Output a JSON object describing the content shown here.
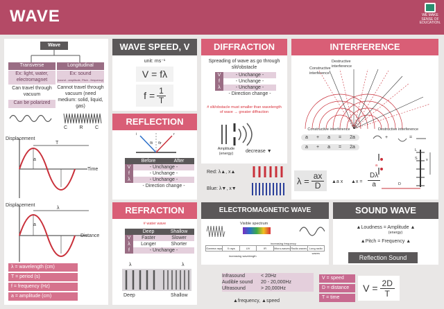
{
  "header": {
    "title": "WAVE",
    "logo_text": "WE MAKE SENSE OF EDUCATION."
  },
  "wave_types": {
    "root": "Wave",
    "transverse": {
      "title": "Transverse",
      "items": [
        "Ex: light, water, electromagnet",
        "Can travel through vacuum",
        "Can be polarized"
      ]
    },
    "longitudinal": {
      "title": "Longitudinal",
      "items": [
        "Ex: sound",
        "(sound - amplitude, Pitch - frequency)",
        "Cannot travel through vacuum (need medium: solid, liquid, gas)"
      ]
    },
    "crc": [
      "C",
      "R",
      "C"
    ]
  },
  "graph_time": {
    "y_label": "Displacement",
    "x_label": "Time",
    "period": "T",
    "amp": "a"
  },
  "graph_distance": {
    "y_label": "Displacement",
    "x_label": "Distance",
    "wavelength": "λ",
    "amp": "a"
  },
  "definitions": [
    "λ = wavelength (cm)",
    "T = period (s)",
    "f = frequency (Hz)",
    "a = amplitude (cm)"
  ],
  "wave_speed": {
    "title": "WAVE SPEED, V",
    "unit": "unit: ms⁻¹",
    "formula1": "V = fλ",
    "formula2_lhs": "f =",
    "num": "1",
    "den": "T"
  },
  "reflection": {
    "title": "REFLECTION",
    "labels": [
      "i",
      "r",
      "θi",
      "θr"
    ],
    "head": [
      "Before",
      "After"
    ],
    "rows": [
      [
        "V",
        "- Unchange -"
      ],
      [
        "f",
        "- Unchange -"
      ],
      [
        "λ",
        "- Unchange -"
      ],
      [
        "",
        "- Direction change -"
      ]
    ]
  },
  "refraction": {
    "title": "REFRACTION",
    "note": "# water wave",
    "head": [
      "",
      "Deep",
      "Shallow"
    ],
    "rows": [
      [
        "V",
        "Faster",
        "Slower"
      ],
      [
        "λ",
        "Longer",
        "Shorter"
      ],
      [
        "f",
        "- Unchange -",
        ""
      ]
    ],
    "deep": "Deep",
    "shallow": "Shallow",
    "lam": "λ"
  },
  "diffraction": {
    "title": "DIFFRACTION",
    "desc": "Spreading of wave as go through slit/obstacle",
    "rows": [
      [
        "V",
        "- Unchange -"
      ],
      [
        "f",
        "- Unchange -"
      ],
      [
        "λ",
        "- Unchange -"
      ],
      [
        "",
        "- Direction change -"
      ]
    ],
    "note": "# slit/obstacle must smaller than wavelength of wave → greater diffraction",
    "amp_label": "Amplitude (energy)",
    "decrease": "decrease ▼"
  },
  "interference": {
    "title": "INTERFERENCE",
    "constructive": "Constructive interference",
    "destructive": "Destructive interference",
    "c_label": "Constructive interference",
    "d_label": "Destructive interference",
    "c_eq1": [
      "a",
      "+",
      "a",
      "=",
      "2a"
    ],
    "c_eq2": [
      "a",
      "+",
      "a",
      "=",
      "2a"
    ],
    "d_eq": [
      "+",
      "="
    ],
    "formula_lhs": "λ =",
    "formula_num": "ax",
    "formula_den": "D",
    "arrow1": "▲a x",
    "formula2_num": "Dλ",
    "formula2_den": "a",
    "arrow2": "▲x =",
    "red_label": "Red: λ▲, x▲",
    "blue_label": "Blue: λ▼, x▼",
    "a": "a",
    "x": "x",
    "D": "D",
    "L": "L",
    "S": "S"
  },
  "em_spectrum": {
    "title": "ELECTROMAGNETIC WAVE SPECTRUM",
    "visible": "Visible spectrum",
    "freq": "increasing frequency",
    "wl": "increasing wavelength",
    "bands": [
      "Gamma rays",
      "X rays",
      "UV",
      "IR",
      "Micro-waves",
      "Radio waves",
      "Long radio waves"
    ]
  },
  "sound": {
    "title": "SOUND WAVE",
    "loud": "▲Loudness = Amplitude ▲",
    "loud_sub": "(energy)",
    "pitch": "▲Pitch = Frequency ▲",
    "reflection": "Reflection Sound",
    "ranges": [
      [
        "Infrasound",
        "< 20Hz"
      ],
      [
        "Audible sound",
        "20 - 20,000Hz"
      ],
      [
        "Ultrasound",
        "> 20,000Hz"
      ]
    ],
    "footer": "▲frequency, ▲speed",
    "vars": [
      "V = speed",
      "D = distance",
      "T = time"
    ],
    "formula_lhs": "V =",
    "num": "2D",
    "den": "T"
  }
}
